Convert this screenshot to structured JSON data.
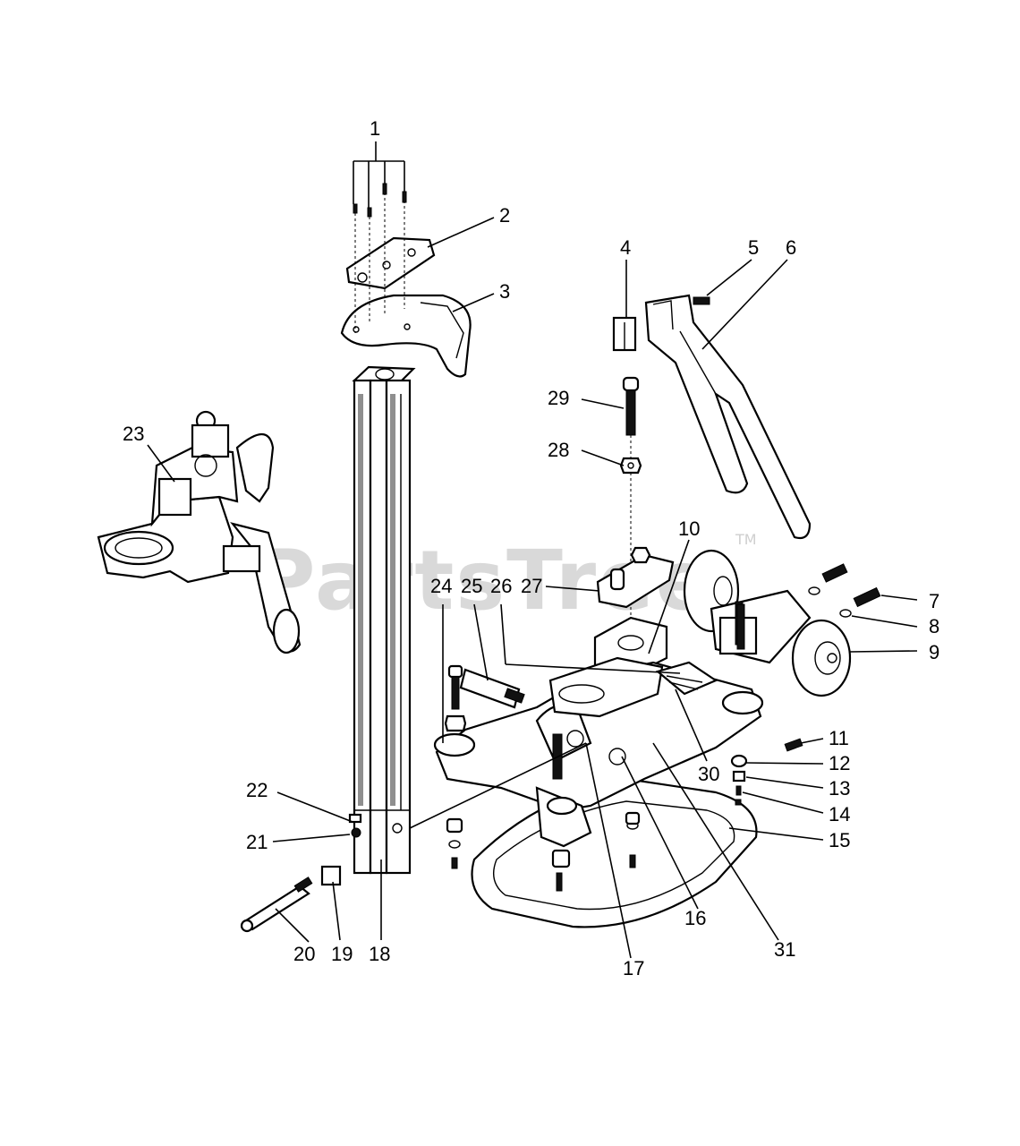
{
  "watermark": {
    "text": "PartsTree",
    "trademark": "TM"
  },
  "callouts": [
    "1",
    "2",
    "3",
    "4",
    "5",
    "6",
    "7",
    "8",
    "9",
    "10",
    "11",
    "12",
    "13",
    "14",
    "15",
    "16",
    "17",
    "18",
    "19",
    "20",
    "21",
    "22",
    "23",
    "24",
    "25",
    "26",
    "27",
    "28",
    "29",
    "30",
    "31"
  ]
}
